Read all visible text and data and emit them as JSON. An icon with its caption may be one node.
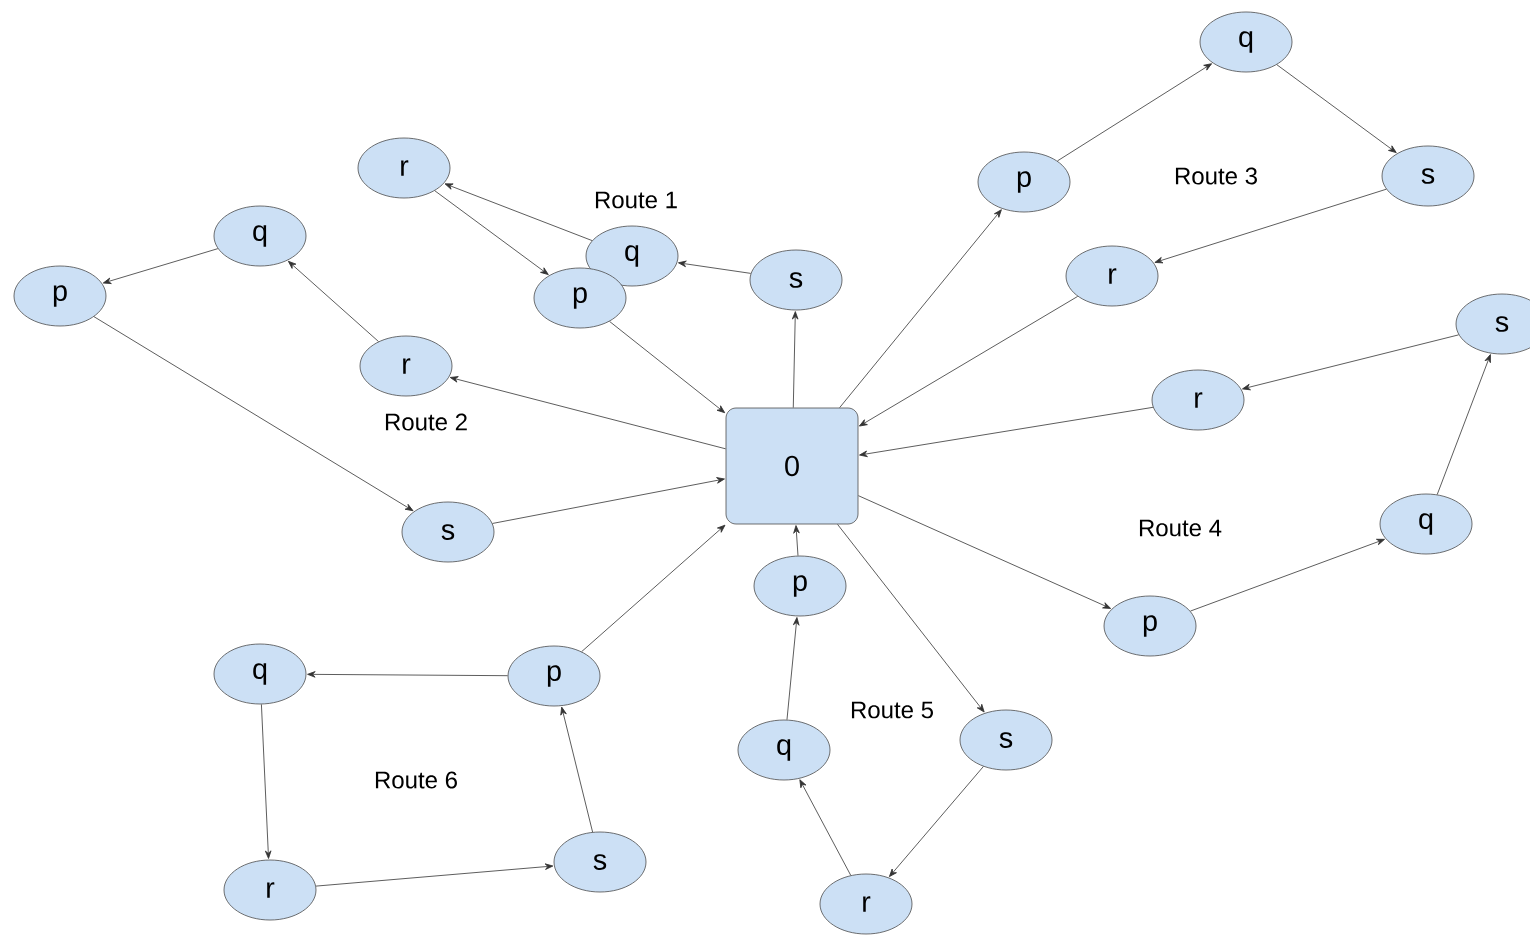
{
  "diagram": {
    "nodes": [
      {
        "text": [
          "0"
        ]
      },
      {
        "text": [
          "s"
        ]
      },
      {
        "text": [
          "q"
        ]
      },
      {
        "text": [
          "r"
        ]
      },
      {
        "text": [
          "p"
        ]
      },
      {
        "text": [
          "r"
        ]
      },
      {
        "text": [
          "q"
        ]
      },
      {
        "text": [
          "p"
        ]
      },
      {
        "text": [
          "s"
        ]
      },
      {
        "text": [
          "p"
        ]
      },
      {
        "text": [
          "q"
        ]
      },
      {
        "text": [
          "s"
        ]
      },
      {
        "text": [
          "r"
        ]
      },
      {
        "text": [
          "p"
        ]
      },
      {
        "text": [
          "q"
        ]
      },
      {
        "text": [
          "s"
        ]
      },
      {
        "text": [
          "r"
        ]
      },
      {
        "text": [
          "s"
        ]
      },
      {
        "text": [
          "r"
        ]
      },
      {
        "text": [
          "q"
        ]
      },
      {
        "text": [
          "p"
        ]
      },
      {
        "text": [
          "p"
        ]
      },
      {
        "text": [
          "q"
        ]
      },
      {
        "text": [
          "r"
        ]
      },
      {
        "text": [
          "s"
        ]
      }
    ],
    "edges": [
      {
        "from": 0,
        "to": 1,
        "arrow": "to"
      },
      {
        "from": 1,
        "to": 2,
        "arrow": "to"
      },
      {
        "from": 2,
        "to": 3,
        "arrow": "to"
      },
      {
        "from": 3,
        "to": 4,
        "arrow": "to"
      },
      {
        "from": 4,
        "to": 0,
        "arrow": "to"
      },
      {
        "from": 0,
        "to": 5,
        "arrow": "to"
      },
      {
        "from": 5,
        "to": 6,
        "arrow": "to"
      },
      {
        "from": 6,
        "to": 7,
        "arrow": "to"
      },
      {
        "from": 7,
        "to": 8,
        "arrow": "to"
      },
      {
        "from": 8,
        "to": 0,
        "arrow": "to"
      },
      {
        "from": 0,
        "to": 9,
        "arrow": "to"
      },
      {
        "from": 9,
        "to": 10,
        "arrow": "to"
      },
      {
        "from": 10,
        "to": 11,
        "arrow": "to"
      },
      {
        "from": 11,
        "to": 12,
        "arrow": "to"
      },
      {
        "from": 12,
        "to": 0,
        "arrow": "to"
      },
      {
        "from": 0,
        "to": 13,
        "arrow": "to"
      },
      {
        "from": 13,
        "to": 14,
        "arrow": "to"
      },
      {
        "from": 14,
        "to": 15,
        "arrow": "to"
      },
      {
        "from": 15,
        "to": 16,
        "arrow": "to"
      },
      {
        "from": 16,
        "to": 0,
        "arrow": "to"
      },
      {
        "from": 0,
        "to": 17,
        "arrow": "to"
      },
      {
        "from": 17,
        "to": 18,
        "arrow": "to"
      },
      {
        "from": 18,
        "to": 19,
        "arrow": "to"
      },
      {
        "from": 19,
        "to": 20,
        "arrow": "to"
      },
      {
        "from": 20,
        "to": 0,
        "arrow": "to"
      },
      {
        "from": 21,
        "to": 22,
        "arrow": "to"
      },
      {
        "from": 22,
        "to": 23,
        "arrow": "to"
      },
      {
        "from": 23,
        "to": 24,
        "arrow": "to"
      },
      {
        "from": 24,
        "to": 21,
        "arrow": "to"
      },
      {
        "from": 21,
        "to": 0,
        "arrow": "to"
      }
    ],
    "labels": [
      "Route 1",
      "Route 2",
      "Route 3",
      "Route 4",
      "Route 5",
      "Route 6"
    ]
  }
}
